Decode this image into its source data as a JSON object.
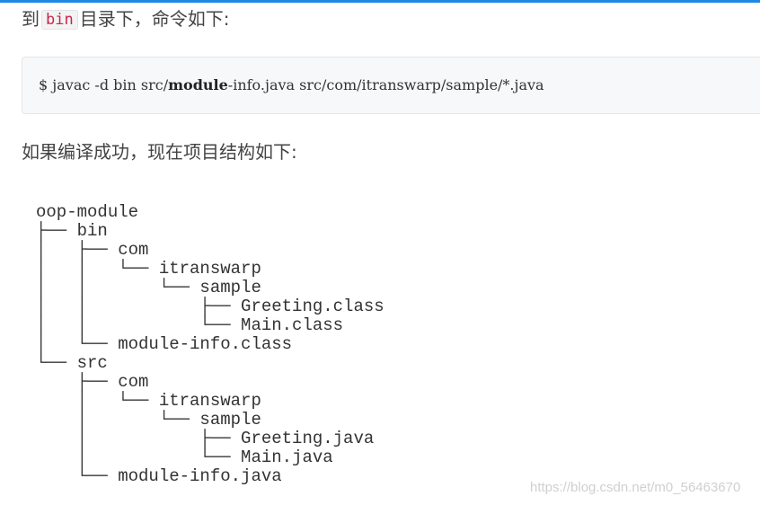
{
  "paragraph1": {
    "before": "到",
    "code": "bin",
    "after": "目录下，命令如下:"
  },
  "command": {
    "prompt": "$",
    "pre": "javac -d bin src/",
    "bold": "module",
    "post": "-info.java src/com/itranswarp/sample/*.java"
  },
  "paragraph2": {
    "text": "如果编译成功，现在项目结构如下:"
  },
  "tree": {
    "lines": [
      "oop-module",
      "├── bin",
      "│   ├── com",
      "│   │   └── itranswarp",
      "│   │       └── sample",
      "│   │           ├── Greeting.class",
      "│   │           └── Main.class",
      "│   └── module-info.class",
      "└── src",
      "    ├── com",
      "    │   └── itranswarp",
      "    │       └── sample",
      "    │           ├── Greeting.java",
      "    │           └── Main.java",
      "    └── module-info.java"
    ]
  },
  "watermark": "https://blog.csdn.net/m0_56463670"
}
